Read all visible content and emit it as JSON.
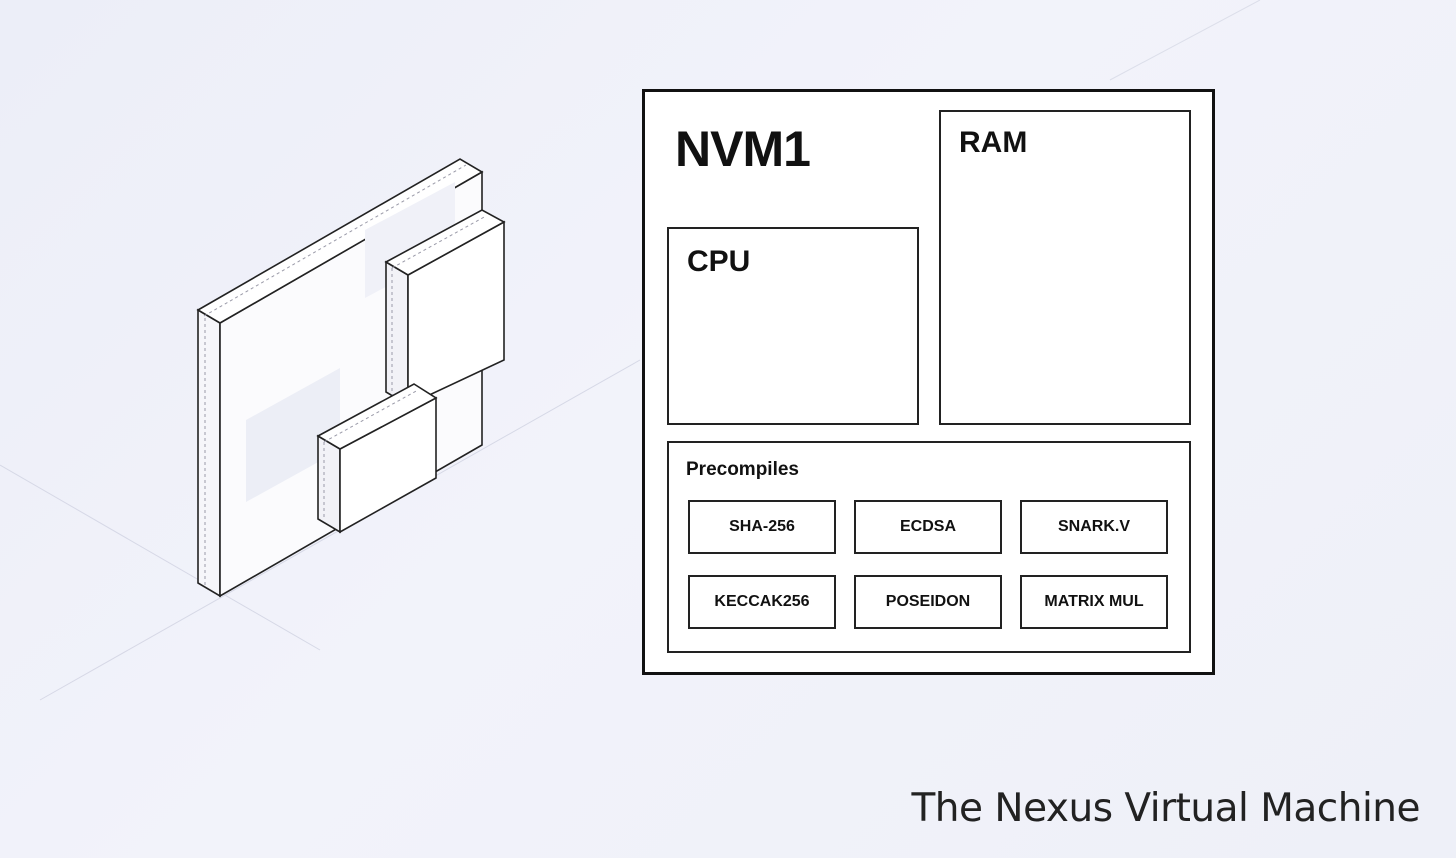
{
  "diagram": {
    "title": "NVM1",
    "cpu_label": "CPU",
    "ram_label": "RAM",
    "precompiles": {
      "title": "Precompiles",
      "items": [
        "SHA-256",
        "ECDSA",
        "SNARK.V",
        "KECCAK256",
        "POSEIDON",
        "MATRIX MUL"
      ]
    }
  },
  "caption": "The Nexus Virtual Machine",
  "colors": {
    "background": "#eef0f8",
    "stroke": "#111111",
    "panel": "#ffffff"
  }
}
